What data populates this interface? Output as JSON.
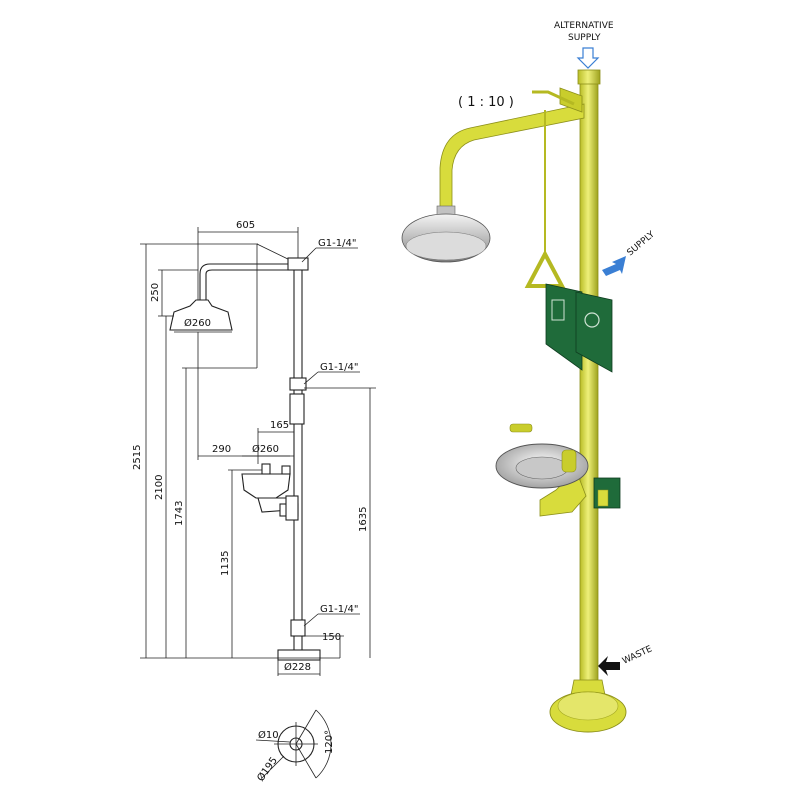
{
  "scale_label": "( 1 : 10 )",
  "dimensions": {
    "head_reach": "605",
    "head_drop": "250",
    "head_diameter": "Ø260",
    "total_height": "2515",
    "shower_height": "2100",
    "head_bottom_height": "1743",
    "bowl_reach": "290",
    "bowl_diameter": "Ø260",
    "bowl_offset": "165",
    "bowl_height": "1135",
    "supply_height": "1635",
    "base_height": "150",
    "base_diameter": "Ø228",
    "hole_diameter": "Ø10",
    "bolt_circle": "Ø195",
    "bolt_angle": "120°"
  },
  "connections": {
    "top": "G1-1/4\"",
    "middle": "G1-1/4\"",
    "bottom": "G1-1/4\""
  },
  "labels": {
    "alternative_supply_line1": "ALTERNATIVE",
    "alternative_supply_line2": "SUPPLY",
    "supply": "SUPPLY",
    "waste": "WASTE"
  },
  "colors": {
    "pipe_yellow": "#d8dc3c",
    "pipe_shadow": "#9ea21e",
    "sign_green": "#1f6b3a",
    "supply_arrow": "#3a7fd4",
    "waste_arrow": "#111111"
  },
  "icons": [
    "alternative-supply-arrow-icon",
    "supply-arrow-icon",
    "waste-arrow-icon"
  ]
}
